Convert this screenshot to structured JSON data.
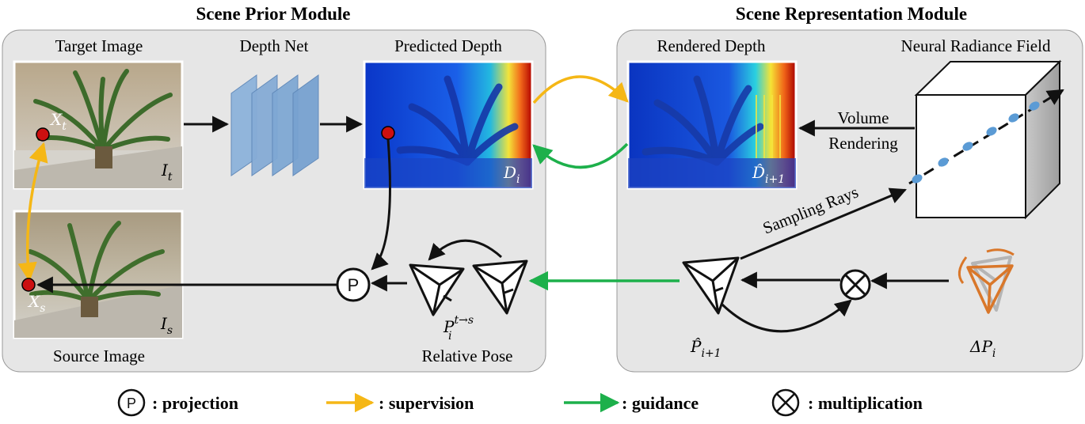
{
  "modules": {
    "prior_title": "Scene Prior Module",
    "representation_title": "Scene Representation Module"
  },
  "labels": {
    "target_image": "Target Image",
    "depth_net": "Depth Net",
    "predicted_depth": "Predicted Depth",
    "rendered_depth": "Rendered Depth",
    "nerf": "Neural Radiance Field",
    "volume_rendering_line1": "Volume",
    "volume_rendering_line2": "Rendering",
    "sampling_rays": "Sampling Rays",
    "source_image": "Source Image",
    "relative_pose": "Relative Pose",
    "projection_symbol": "P"
  },
  "math": {
    "x_t": "X",
    "x_t_sub": "t",
    "x_s": "X",
    "x_s_sub": "s",
    "i_t": "I",
    "i_t_sub": "t",
    "i_s": "I",
    "i_s_sub": "s",
    "d_i": "D",
    "d_i_sub": "i",
    "d_hat": "D̂",
    "d_hat_sub": "i+1",
    "p_rel": "P",
    "p_rel_sup": "t→s",
    "p_rel_sub": "i",
    "p_hat": "P̂",
    "p_hat_sub": "i+1",
    "delta_p": "ΔP",
    "delta_p_sub": "i"
  },
  "legend": {
    "projection": ": projection",
    "supervision": ": supervision",
    "guidance": ": guidance",
    "multiplication": ": multiplication"
  },
  "colors": {
    "panel_bg": "#e6e6e6",
    "supervision": "#f5b716",
    "guidance": "#1db04b",
    "point_red": "#cc1010",
    "sample_dot": "#5b9bd5",
    "depth_net": "#7fa8d4",
    "delta_pose": "#d9772a"
  }
}
